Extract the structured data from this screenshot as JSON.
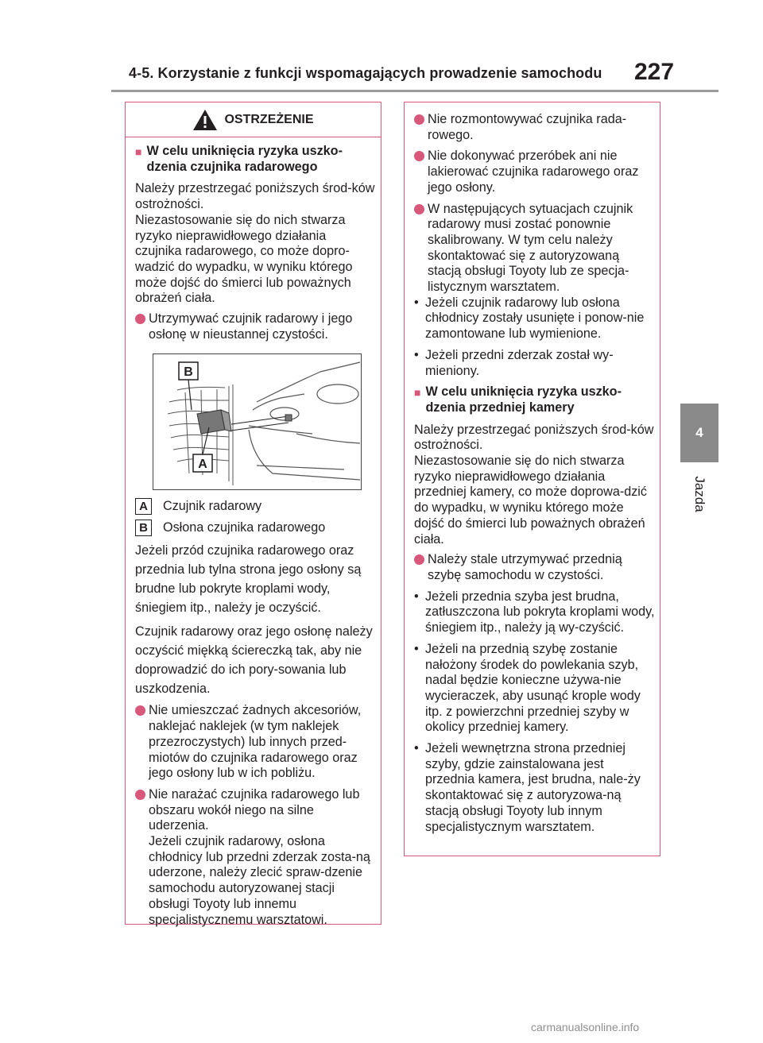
{
  "header": {
    "title": "4-5. Korzystanie z funkcji wspomagających prowadzenie samochodu",
    "page_number": "227"
  },
  "chapter_tab": {
    "number": "4",
    "label": "Jazda"
  },
  "icons": {
    "warning": "warning-triangle-icon",
    "bullet": "pink-dot-icon",
    "heading": "pink-square-icon"
  },
  "colors": {
    "accent": "#d9577a",
    "tab": "#8a8a8a"
  },
  "warning_box": {
    "label": "OSTRZEŻENIE",
    "section1_heading": "W celu uniknięcia ryzyka uszko-dzenia czujnika radarowego",
    "intro": "Należy przestrzegać poniższych środ-ków ostrożności.\nNiezastosowanie się do nich stwarza ryzyko nieprawidłowego działania czujnika radarowego, co może dopro-wadzić do wypadku, w wyniku którego może dojść do śmierci lub poważnych obrażeń ciała.",
    "item1": "Utrzymywać czujnik radarowy i jego osłonę w nieustannej czystości.",
    "figure": {
      "label_a": "A",
      "label_b": "B"
    },
    "legend": [
      {
        "badge": "A",
        "text": "Czujnik radarowy"
      },
      {
        "badge": "B",
        "text": "Osłona czujnika radarowego"
      }
    ],
    "para_dirty": "Jeżeli przód czujnika radarowego oraz przednia lub tylna strona jego osłony są brudne lub pokryte kroplami wody, śniegiem itp., należy je oczyścić.",
    "para_clean": "Czujnik radarowy oraz jego osłonę należy oczyścić miękką ściereczką tak, aby nie doprowadzić do ich pory-sowania lub uszkodzenia.",
    "item2": "Nie umieszczać żadnych akcesoriów, naklejać naklejek (w tym naklejek przezroczystych) lub innych przed-miotów do czujnika radarowego oraz jego osłony lub w ich pobliżu.",
    "item3": "Nie narażać czujnika radarowego lub obszaru wokół niego na silne uderzenia.",
    "item3_detail": "Jeżeli czujnik radarowy, osłona chłodnicy lub przedni zderzak zosta-ną uderzone, należy zlecić spraw-dzenie samochodu autoryzowanej stacji obsługi Toyoty lub innemu specjalistycznemu warsztatowi."
  },
  "right_box": {
    "item4": "Nie rozmontowywać czujnika rada-rowego.",
    "item5": "Nie dokonywać przeróbek ani nie lakierować czujnika radarowego oraz jego osłony.",
    "item6": "W następujących sytuacjach czujnik radarowy musi zostać ponownie skalibrowany. W tym celu należy skontaktować się z autoryzowaną stacją obsługi Toyoty lub ze specja-listycznym warsztatem.",
    "sub1": "Jeżeli czujnik radarowy lub osłona chłodnicy zostały usunięte i ponow-nie zamontowane lub wymienione.",
    "sub2": "Jeżeli przedni zderzak został wy-mieniony.",
    "section2_heading": "W celu uniknięcia ryzyka uszko-dzenia przedniej kamery",
    "intro2": "Należy przestrzegać poniższych środ-ków ostrożności.\nNiezastosowanie się do nich stwarza ryzyko nieprawidłowego działania przedniej kamery, co może doprowa-dzić do wypadku, w wyniku którego może dojść do śmierci lub poważnych obrażeń ciała.",
    "item7": "Należy stale utrzymywać przednią szybę samochodu w czystości.",
    "sub3": "Jeżeli przednia szyba jest brudna, zatłuszczona lub pokryta kroplami wody, śniegiem itp., należy ją wy-czyścić.",
    "sub4": "Jeżeli na przednią szybę zostanie nałożony środek do powlekania szyb, nadal będzie konieczne używa-nie wycieraczek, aby usunąć krople wody itp. z powierzchni przedniej szyby w okolicy przedniej kamery.",
    "sub5": "Jeżeli wewnętrzna strona przedniej szyby, gdzie zainstalowana jest przednia kamera, jest brudna, nale-ży skontaktować się z autoryzowa-ną stacją obsługi Toyoty lub innym specjalistycznym warsztatem.",
    "bullet_char": "•"
  },
  "watermark": "carmanualsonline.info"
}
